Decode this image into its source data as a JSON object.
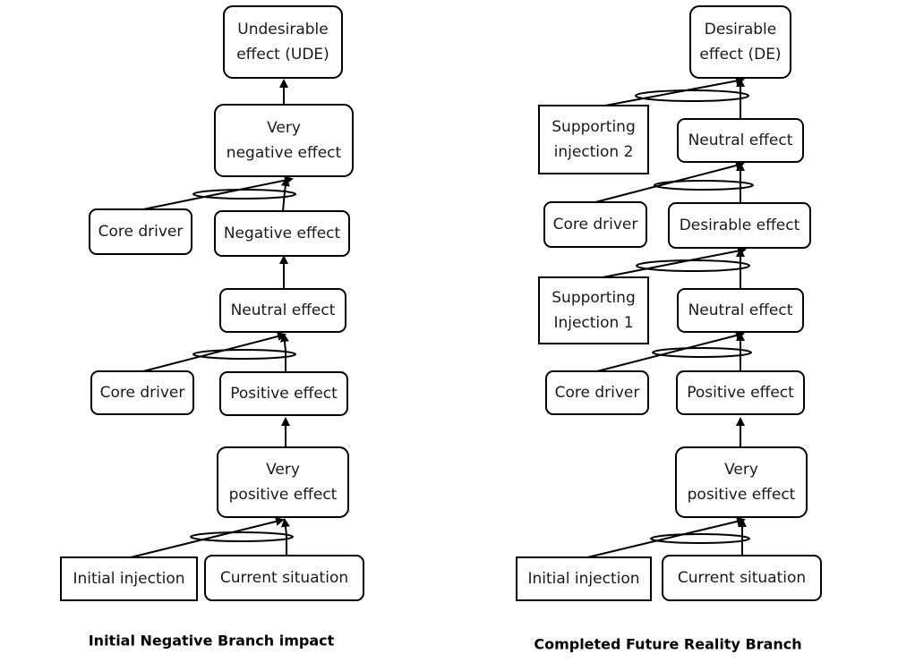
{
  "left_branch": {
    "caption": "Initial Negative Branch impact",
    "nodes": {
      "ude": [
        "Undesirable",
        "effect (UDE)"
      ],
      "very_negative": [
        "Very",
        "negative effect"
      ],
      "core_driver_upper": [
        "Core driver"
      ],
      "negative": [
        "Negative effect"
      ],
      "neutral": [
        "Neutral effect"
      ],
      "core_driver_lower": [
        "Core driver"
      ],
      "positive": [
        "Positive effect"
      ],
      "very_positive": [
        "Very",
        "positive effect"
      ],
      "initial_injection": [
        "Initial injection"
      ],
      "current_situation": [
        "Current situation"
      ]
    }
  },
  "right_branch": {
    "caption": "Completed Future Reality Branch",
    "nodes": {
      "de": [
        "Desirable",
        "effect (DE)"
      ],
      "supporting_injection_2": [
        "Supporting",
        "injection 2"
      ],
      "neutral_upper": [
        "Neutral effect"
      ],
      "core_driver": [
        "Core driver"
      ],
      "desirable": [
        "Desirable effect"
      ],
      "supporting_injection_1": [
        "Supporting",
        "Injection 1"
      ],
      "neutral_lower": [
        "Neutral effect"
      ],
      "core_driver_lower": [
        "Core driver"
      ],
      "positive": [
        "Positive effect"
      ],
      "very_positive": [
        "Very",
        "positive effect"
      ],
      "initial_injection": [
        "Initial injection"
      ],
      "current_situation": [
        "Current situation"
      ]
    }
  }
}
